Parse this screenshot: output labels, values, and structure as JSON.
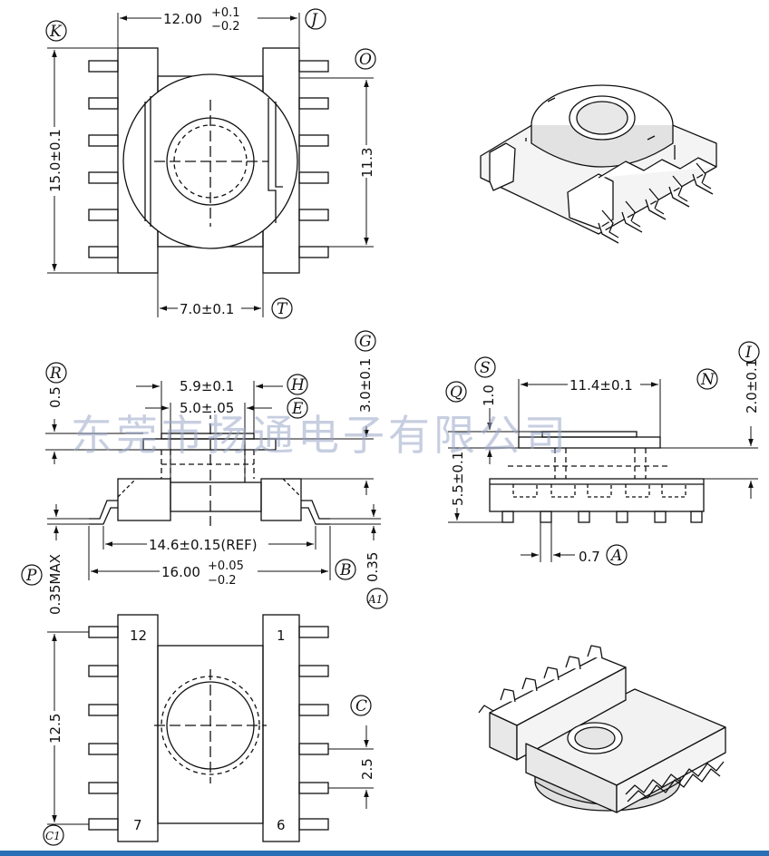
{
  "top_view": {
    "width_dim": "12.00",
    "width_tol_plus": "+0.1",
    "width_tol_minus": "−0.2",
    "height_dim": "15.0±0.1",
    "inner_height_dim": "11.3",
    "slot_dim": "7.0±0.1",
    "labels": {
      "k": "K",
      "j": "J",
      "o": "O",
      "t": "T"
    }
  },
  "side_view": {
    "dim_h": "5.9±0.1",
    "dim_e": "5.0±.05",
    "dim_g": "3.0±0.1",
    "dim_r": "0.5",
    "ref_dim": "14.6±0.15(REF)",
    "overall_dim": "16.00",
    "overall_tol_plus": "+0.05",
    "overall_tol_minus": "−0.2",
    "pin_thk": "0.35",
    "max_thk": "0.35MAX",
    "labels": {
      "r": "R",
      "h": "H",
      "e": "E",
      "g": "G",
      "p": "P",
      "b": "B",
      "a1": "A1"
    }
  },
  "end_view": {
    "dim_n": "11.4±0.1",
    "dim_i": "2.0±0.1",
    "dim_q": "1.0",
    "dim_height": "5.5±0.1",
    "dim_a": "0.7",
    "labels": {
      "s": "S",
      "q": "Q",
      "n": "N",
      "i": "I",
      "a": "A"
    }
  },
  "bottom_view": {
    "height_dim": "12.5",
    "pitch_dim": "2.5",
    "pins": {
      "p12": "12",
      "p1": "1",
      "p7": "7",
      "p6": "6"
    },
    "labels": {
      "c": "C",
      "c1": "C1"
    }
  },
  "watermark": "东莞市扬通电子有限公司"
}
